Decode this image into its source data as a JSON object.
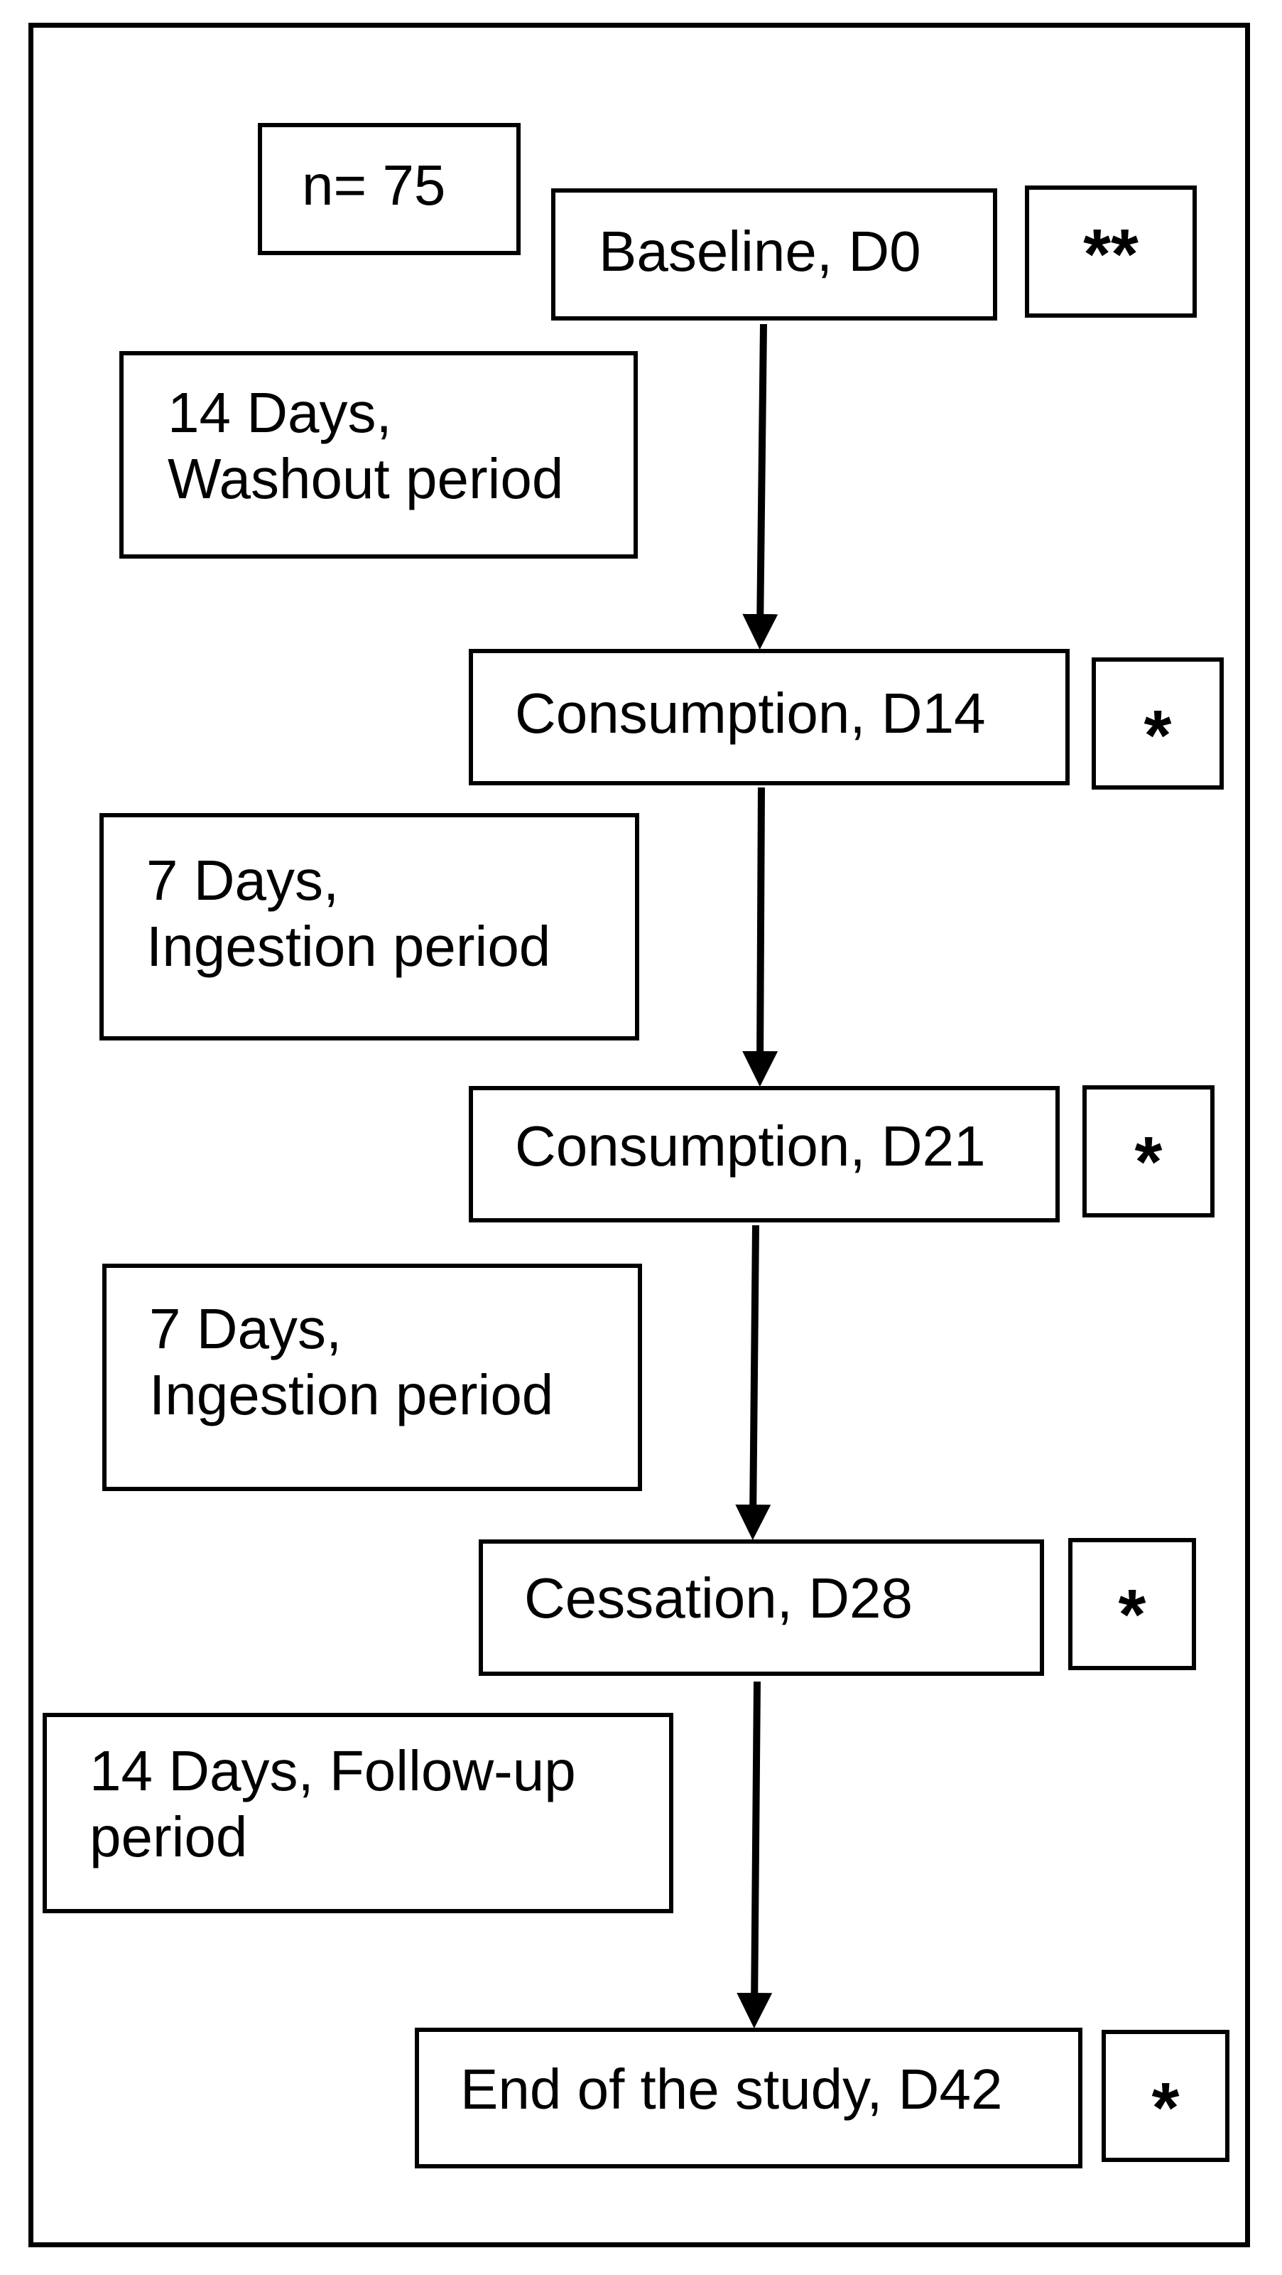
{
  "sample_size": "n= 75",
  "stages": [
    {
      "label": "Baseline, D0",
      "mark": "**"
    },
    {
      "label": "Consumption,  D14",
      "mark": "*"
    },
    {
      "label": "Consumption,  D21",
      "mark": "*"
    },
    {
      "label": "Cessation, D28",
      "mark": "*"
    },
    {
      "label": "End  of the study, D42",
      "mark": "*"
    }
  ],
  "periods": [
    {
      "line1": "14 Days,",
      "line2": "Washout period"
    },
    {
      "line1": "7 Days,",
      "line2": "Ingestion period"
    },
    {
      "line1": "7 Days,",
      "line2": "Ingestion period"
    },
    {
      "line1": "14 Days, Follow-up",
      "line2": "period"
    }
  ]
}
